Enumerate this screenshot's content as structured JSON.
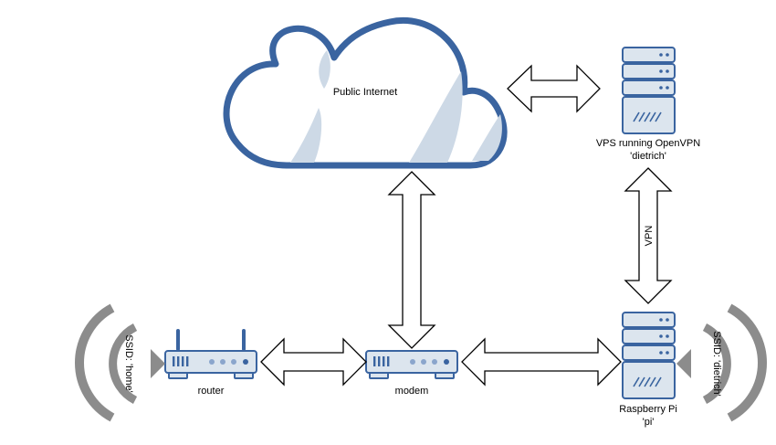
{
  "nodes": {
    "internet": {
      "label": "Public Internet"
    },
    "vps": {
      "line1": "VPS running OpenVPN",
      "line2": "'dietrich'"
    },
    "router": {
      "label": "router"
    },
    "modem": {
      "label": "modem"
    },
    "pi": {
      "line1": "Raspberry Pi",
      "line2": "'pi'"
    }
  },
  "edges": {
    "vpn": {
      "label": "VPN"
    }
  },
  "wifi": {
    "home": {
      "label": "SSID: 'home'"
    },
    "dietrich": {
      "label": "SSID: 'dietrich'"
    }
  },
  "colors": {
    "device_blue": "#3a64a0",
    "device_fill": "#dce5ee",
    "wave_gray": "#8c8c8c"
  }
}
